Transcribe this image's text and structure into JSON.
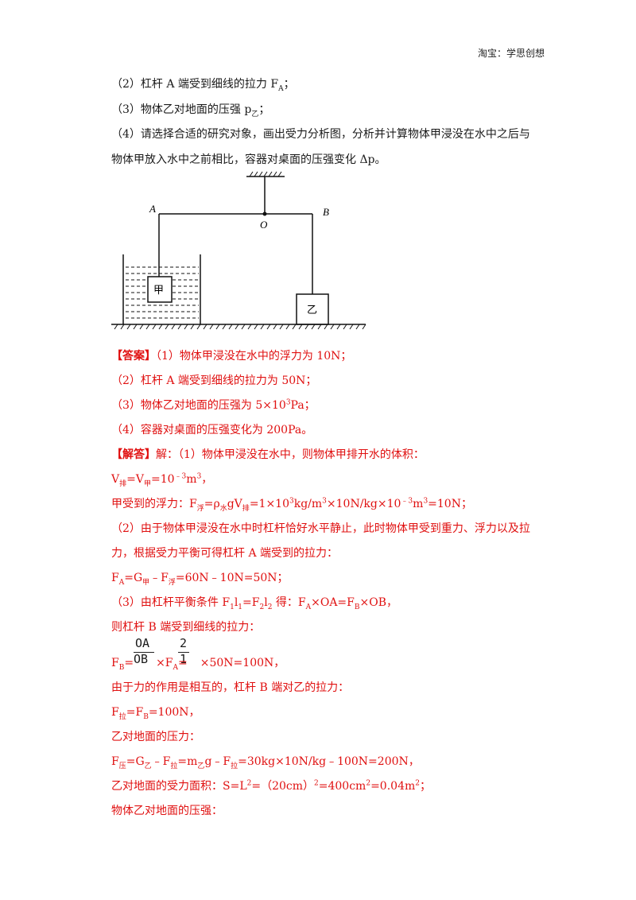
{
  "header": {
    "brand": "淘宝：学思创想"
  },
  "question": {
    "q2_pre": "（2）杠杆 A 端受到细线的拉力 F",
    "q2_sub": "A",
    "q2_post": "；",
    "q3_pre": "（3）物体乙对地面的压强 p",
    "q3_sub": "乙",
    "q3_post": "；",
    "q4_line1": "（4）请选择合适的研究对象，画出受力分析图，分析并计算物体甲浸没在水中之后与",
    "q4_line2": "物体甲放入水中之前相比，容器对桌面的压强变化 Δp。"
  },
  "figure": {
    "label_a": "A",
    "label_b": "B",
    "label_o": "O",
    "label_jia": "甲",
    "label_yi": "乙"
  },
  "answer": {
    "tag": "【答案】",
    "a1": "（1）物体甲浸没在水中的浮力为 10N；",
    "a2": "（2）杠杆 A 端受到细线的拉力为 50N；",
    "a3_pre": "（3）物体乙对地面的压强为 5×10",
    "a3_sup": "3",
    "a3_post": "Pa；",
    "a4": "（4）容器对桌面的压强变化为 200Pa。"
  },
  "solution": {
    "tag": "【解答】",
    "s1": "解：（1）物体甲浸没在水中，则物体甲排开水的体积：",
    "s2_a": "V",
    "s2_sub1": "排",
    "s2_b": "=V",
    "s2_sub2": "甲",
    "s2_c": "=10",
    "s2_sup1": "﹣3",
    "s2_d": "m",
    "s2_sup2": "3",
    "s2_e": "，",
    "s3_a": "甲受到的浮力：F",
    "s3_sub1": "浮",
    "s3_b": "=ρ",
    "s3_sub2": "水",
    "s3_c": "gV",
    "s3_sub3": "排",
    "s3_d": "=1×10",
    "s3_sup1": "3",
    "s3_e": "kg/m",
    "s3_sup2": "3",
    "s3_f": "×10N/kg×10",
    "s3_sup3": "﹣3",
    "s3_g": "m",
    "s3_sup4": "3",
    "s3_h": "=10N；",
    "s4": "（2）由于物体甲浸没在水中时杠杆恰好水平静止，此时物体甲受到重力、浮力以及拉",
    "s5": "力，根据受力平衡可得杠杆 A 端受到的拉力：",
    "s6_a": "F",
    "s6_sub1": "A",
    "s6_b": "=G",
    "s6_sub2": "甲",
    "s6_c": "﹣F",
    "s6_sub3": "浮",
    "s6_d": "=60N﹣10N=50N；",
    "s7_a": "（3）由杠杆平衡条件 F",
    "s7_sub1": "1",
    "s7_b": "l",
    "s7_sub2": "1",
    "s7_c": "=F",
    "s7_sub3": "2",
    "s7_d": "l",
    "s7_sub4": "2",
    "s7_e": " 得：F",
    "s7_sub5": "A",
    "s7_f": "×OA=F",
    "s7_sub6": "B",
    "s7_g": "×OB，",
    "s8": "则杠杆 B 端受到细线的拉力：",
    "frac1_num": "OA",
    "frac1_den": "OB",
    "frac2_num": "2",
    "frac2_den": "1",
    "s9_a": "F",
    "s9_sub1": "B",
    "s9_b": "=",
    "s9_c": "×F",
    "s9_sub2": "A",
    "s9_d": "=",
    "s9_e": "×50N=100N，",
    "s10": "由于力的作用是相互的，杠杆 B 端对乙的拉力：",
    "s11_a": "F",
    "s11_sub1": "拉",
    "s11_b": "=F",
    "s11_sub2": "B",
    "s11_c": "=100N，",
    "s12": "乙对地面的压力：",
    "s13_a": "F",
    "s13_sub1": "压",
    "s13_b": "=G",
    "s13_sub2": "乙",
    "s13_c": "﹣F",
    "s13_sub3": "拉",
    "s13_d": "=m",
    "s13_sub4": "乙",
    "s13_e": "g﹣F",
    "s13_sub5": "拉",
    "s13_f": "=30kg×10N/kg﹣100N=200N，",
    "s14_a": "乙对地面的受力面积：S=L",
    "s14_sup1": "2",
    "s14_b": "=（20cm）",
    "s14_sup2": "2",
    "s14_c": "=400cm",
    "s14_sup3": "2",
    "s14_d": "=0.04m",
    "s14_sup4": "2",
    "s14_e": "；",
    "s15": "物体乙对地面的压强："
  }
}
